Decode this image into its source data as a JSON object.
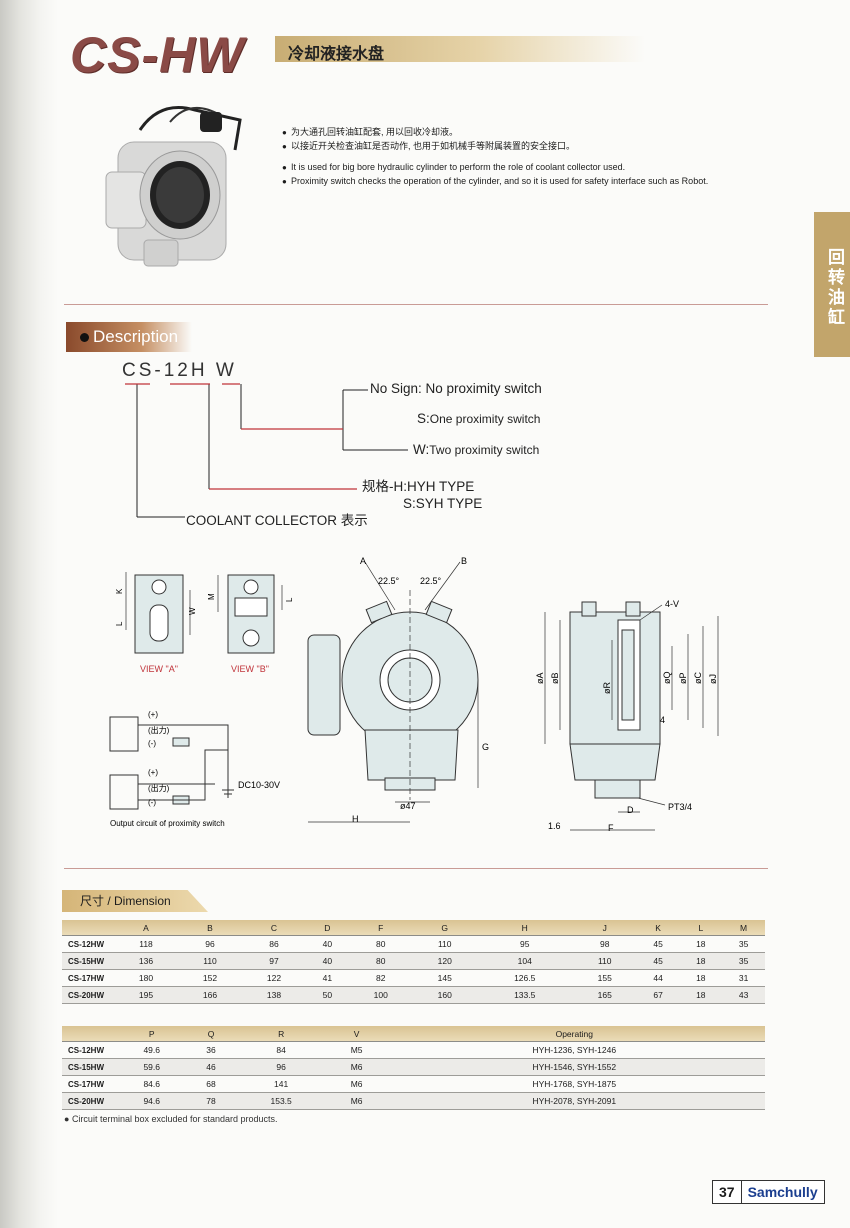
{
  "header": {
    "title": "CS-HW",
    "subtitle": "冷却液接水盘"
  },
  "bullets_cn": [
    "为大通孔回转油缸配套, 用以回收冷却液。",
    "以接近开关检查油缸是否动作, 也用于如机械手等附属装置的安全接口。"
  ],
  "bullets_en": [
    "It is used for big bore hydraulic cylinder to perform the role of coolant collector used.",
    "Proximity switch checks the operation of the cylinder, and so it is used for safety interface such as Robot."
  ],
  "side_tab": "回转油缸",
  "description": {
    "title": "Description",
    "code_base": "CS-12H",
    "code_suffix": "W",
    "no_sign": "No Sign: No proximity switch",
    "s_prefix": "S:",
    "s_text": "One proximity switch",
    "w_prefix": "W:",
    "w_text": "Two proximity switch",
    "spec_h": "规格-H:HYH TYPE",
    "spec_s": "S:SYH TYPE",
    "coolant": "COOLANT COLLECTOR 表示"
  },
  "drawings": {
    "view_a": "VIEW \"A\"",
    "view_b": "VIEW \"B\"",
    "plus": "(+)",
    "out": "(出力)",
    "minus": "(-)",
    "dc": "DC10-30V",
    "output_caption": "Output circuit of proximity switch",
    "A": "A",
    "B": "B",
    "ang1": "22.5°",
    "ang2": "22.5°",
    "phi47": "ø47",
    "G": "G",
    "H": "H",
    "fourV": "4-V",
    "pt": "PT3/4",
    "D": "D",
    "F": "F",
    "one6": "1.6",
    "four": "4",
    "phiA": "øA",
    "phiB": "øB",
    "phiR": "øR",
    "phiQ": "øQ",
    "phiP": "øP",
    "phiC": "øC",
    "phiJ": "øJ",
    "K": "K",
    "L": "L",
    "W": "W",
    "M": "M"
  },
  "dimension": {
    "tab": "尺寸 / Dimension",
    "table1": {
      "headers": [
        "",
        "A",
        "B",
        "C",
        "D",
        "F",
        "G",
        "H",
        "J",
        "K",
        "L",
        "M"
      ],
      "rows": [
        [
          "CS-12HW",
          "118",
          "96",
          "86",
          "40",
          "80",
          "110",
          "95",
          "98",
          "45",
          "18",
          "35"
        ],
        [
          "CS-15HW",
          "136",
          "110",
          "97",
          "40",
          "80",
          "120",
          "104",
          "110",
          "45",
          "18",
          "35"
        ],
        [
          "CS-17HW",
          "180",
          "152",
          "122",
          "41",
          "82",
          "145",
          "126.5",
          "155",
          "44",
          "18",
          "31"
        ],
        [
          "CS-20HW",
          "195",
          "166",
          "138",
          "50",
          "100",
          "160",
          "133.5",
          "165",
          "67",
          "18",
          "43"
        ]
      ]
    },
    "table2": {
      "headers": [
        "",
        "P",
        "Q",
        "R",
        "V",
        "Operating"
      ],
      "rows": [
        [
          "CS-12HW",
          "49.6",
          "36",
          "84",
          "M5",
          "HYH-1236, SYH-1246"
        ],
        [
          "CS-15HW",
          "59.6",
          "46",
          "96",
          "M6",
          "HYH-1546, SYH-1552"
        ],
        [
          "CS-17HW",
          "84.6",
          "68",
          "141",
          "M6",
          "HYH-1768, SYH-1875"
        ],
        [
          "CS-20HW",
          "94.6",
          "78",
          "153.5",
          "M6",
          "HYH-2078, SYH-2091"
        ]
      ]
    },
    "note": "Circuit terminal box excluded for standard  products."
  },
  "footer": {
    "page": "37",
    "brand": "Samchully"
  },
  "colors": {
    "title": "#8a4a46",
    "tab": "#c2a56b",
    "accent_line": "#c0333a",
    "body_fill": "#dfeaea",
    "brand": "#1b3e8f"
  }
}
